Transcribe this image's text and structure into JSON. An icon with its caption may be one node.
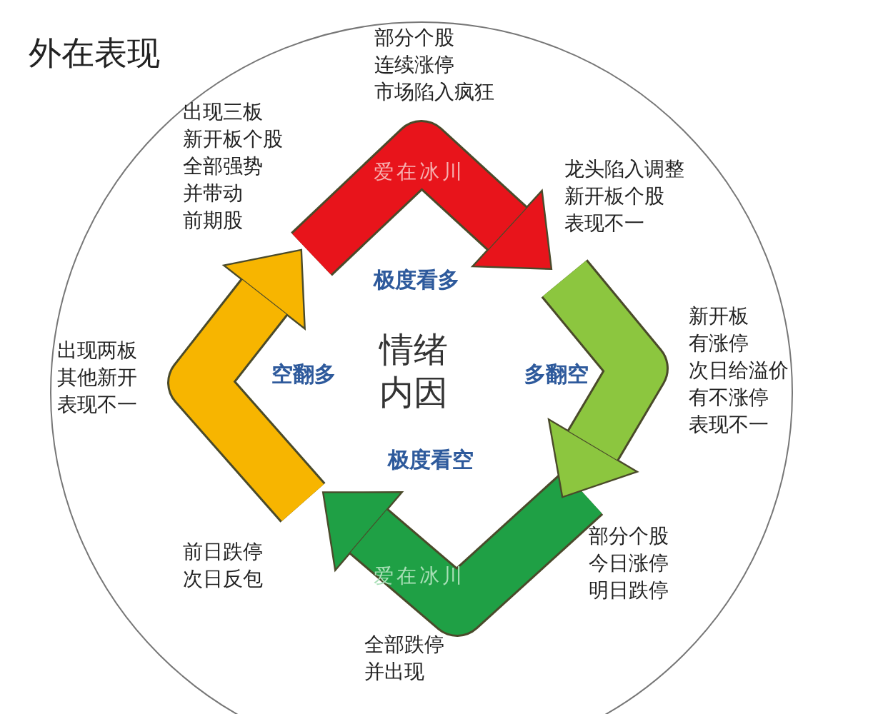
{
  "diagram": {
    "title": "外在表现",
    "nodes": [
      {
        "text": [],
        "shape": "circle"
      },
      {
        "text": [
          "情绪内因"
        ],
        "in": 0
      },
      {
        "text": [
          "极度看多"
        ],
        "in": 0
      },
      {
        "text": [
          "多翻空"
        ],
        "in": 0
      },
      {
        "text": [
          "极度看空"
        ],
        "in": 0
      },
      {
        "text": [
          "空翻多"
        ],
        "in": 0
      },
      {
        "text": [
          "爱在冰川"
        ],
        "in": 0
      },
      {
        "text": [],
        "shape": "arrow",
        "in": 0
      },
      {
        "text": [
          "爱在冰川"
        ],
        "in": 0
      },
      {
        "text": [],
        "shape": "arrow",
        "in": 0
      }
    ],
    "labels": [
      "部分个股连续涨停市场陷入疯狂",
      "出现三板新开板个股全部强势并带动前期股",
      "龙头陷入调整新开板个股表现不一",
      "新开板有涨停次日给溢价有不涨停表现不一",
      "出现两板其他新开表现不一",
      "部分个股今日涨停明日跌停",
      "前日跌停次日反包",
      "全部跌停并出现"
    ]
  }
}
